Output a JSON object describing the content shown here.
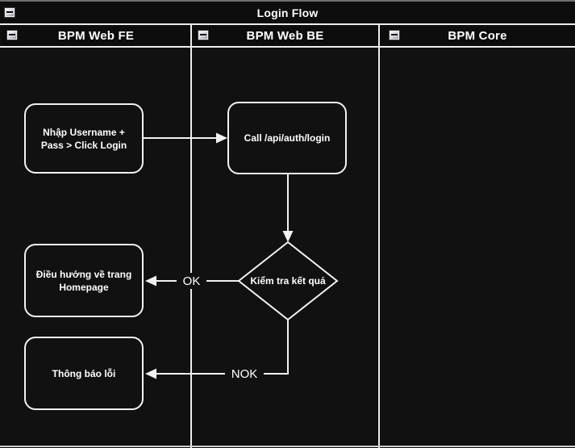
{
  "pool": {
    "title": "Login Flow"
  },
  "lanes": [
    {
      "label": "BPM Web FE"
    },
    {
      "label": "BPM Web BE"
    },
    {
      "label": "BPM Core"
    }
  ],
  "nodes": {
    "fe_input": {
      "line1": "Nhập Username +",
      "line2": "Pass > Click Login"
    },
    "be_call": {
      "label": "Call /api/auth/login"
    },
    "decision": {
      "label": "Kiểm tra kết quả"
    },
    "fe_home": {
      "line1": "Điều hướng về trang",
      "line2": "Homepage"
    },
    "fe_error": {
      "label": "Thông báo lỗi"
    }
  },
  "edges": {
    "ok_label": "OK",
    "nok_label": "NOK"
  },
  "icons": {
    "collapse": "minus-square-icon"
  },
  "colors": {
    "background": "#111111",
    "shape_stroke": "#f2f2f2",
    "text": "#ffffff",
    "divider": "#ededed",
    "top_border": "#6e6e6e"
  }
}
